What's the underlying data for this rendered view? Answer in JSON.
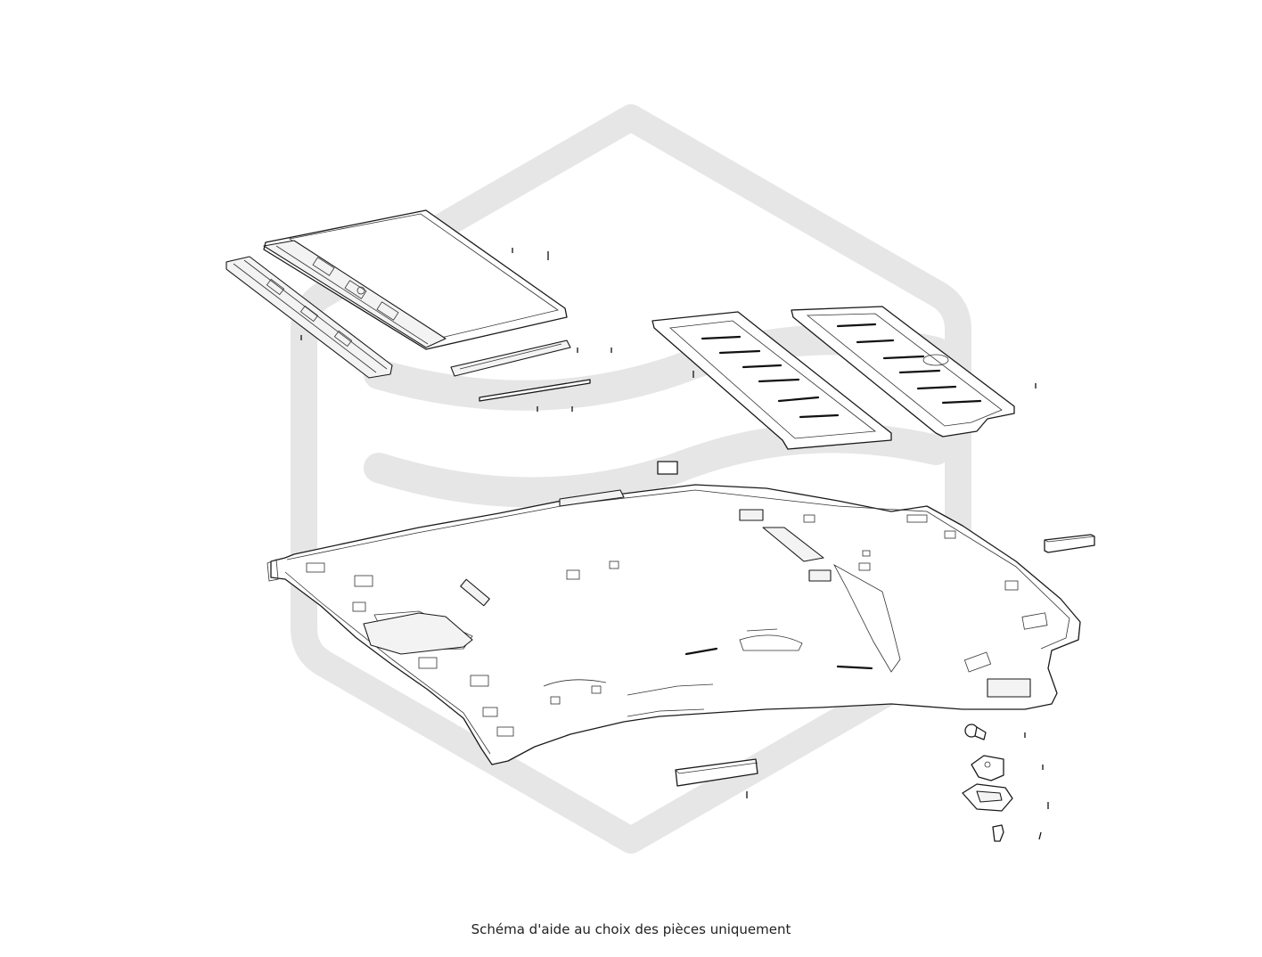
{
  "caption": "Schéma d'aide au choix des pièces uniquement",
  "watermark": {
    "icon": "brand-logo-watermark",
    "color": "#e6e6e6"
  },
  "parts": [
    "sunroof-glass-panel",
    "sunroof-front-rail",
    "sunroof-wind-deflector",
    "sunroof-seal-strip",
    "rear-roof-panel-left",
    "rear-roof-panel-right",
    "headliner",
    "foam-pad",
    "fastener-screw",
    "mounting-bracket",
    "grab-handle-bezel",
    "trim-clip"
  ]
}
